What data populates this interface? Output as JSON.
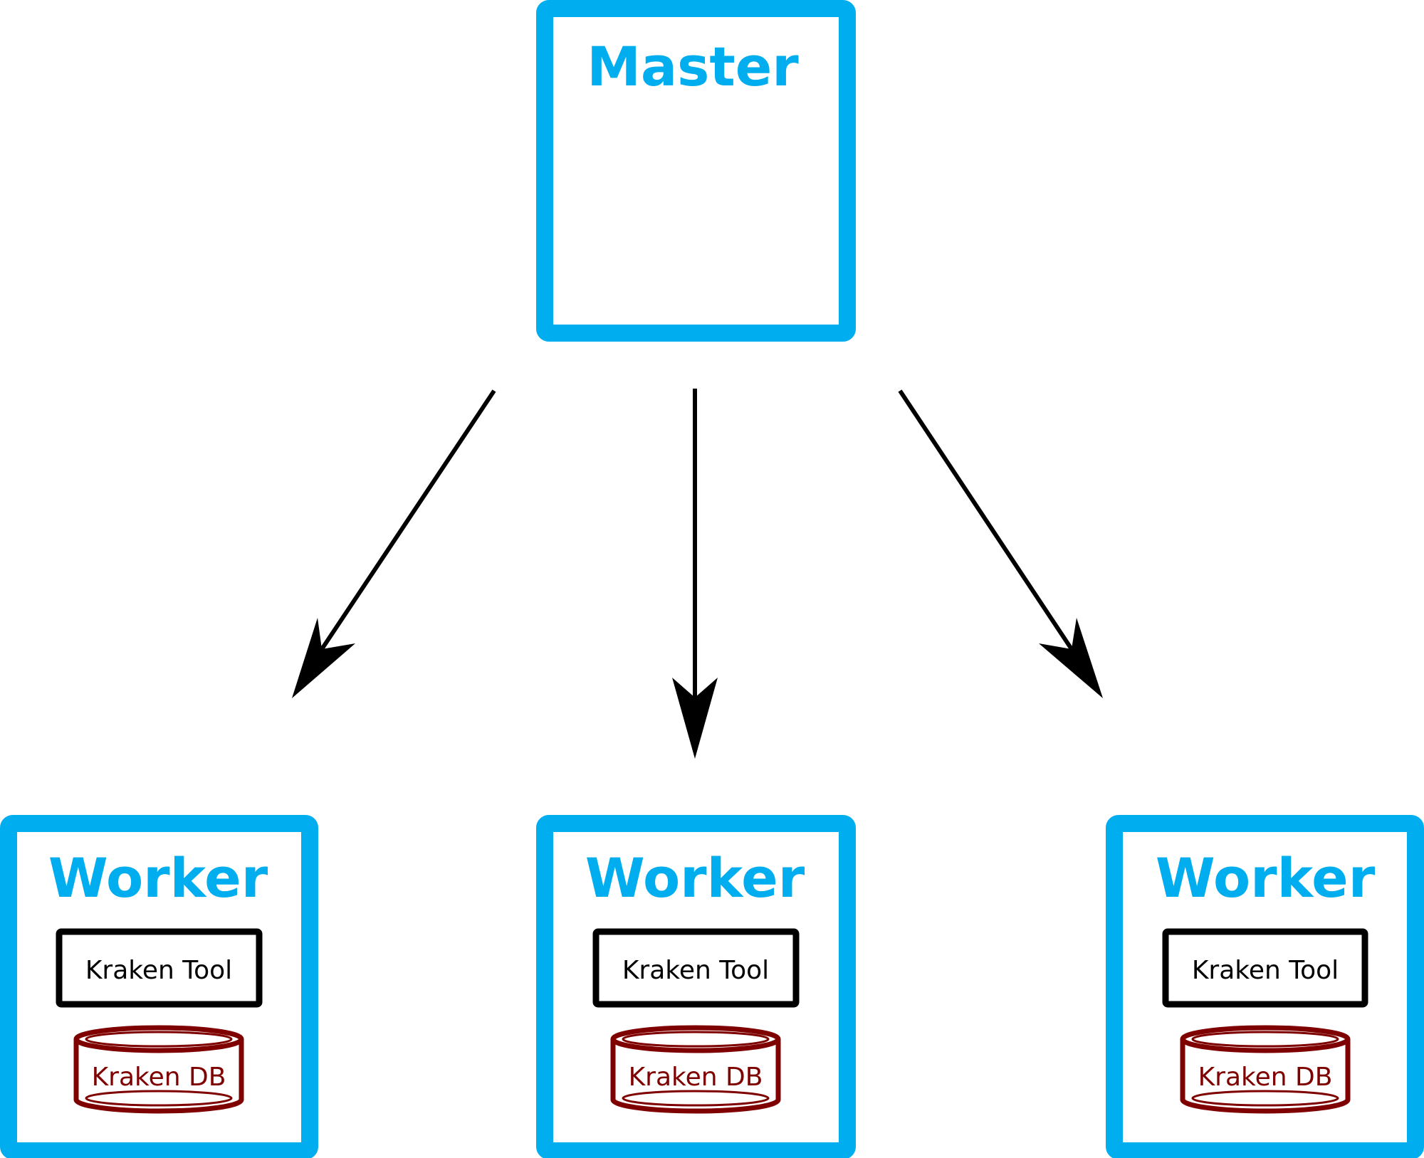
{
  "colors": {
    "node_border": "#00AEEF",
    "node_title": "#00AEEF",
    "tool_border": "#000000",
    "db_color": "#7F0000",
    "arrow": "#000000",
    "background": "#FFFFFF"
  },
  "master": {
    "title": "Master"
  },
  "workers": [
    {
      "title": "Worker",
      "tool_label": "Kraken Tool",
      "db_label": "Kraken DB",
      "db_icon": "database-cylinder-icon"
    },
    {
      "title": "Worker",
      "tool_label": "Kraken Tool",
      "db_label": "Kraken DB",
      "db_icon": "database-cylinder-icon"
    },
    {
      "title": "Worker",
      "tool_label": "Kraken Tool",
      "db_label": "Kraken DB",
      "db_icon": "database-cylinder-icon"
    }
  ],
  "edges": [
    {
      "from": "master",
      "to": "worker-1"
    },
    {
      "from": "master",
      "to": "worker-2"
    },
    {
      "from": "master",
      "to": "worker-3"
    }
  ]
}
